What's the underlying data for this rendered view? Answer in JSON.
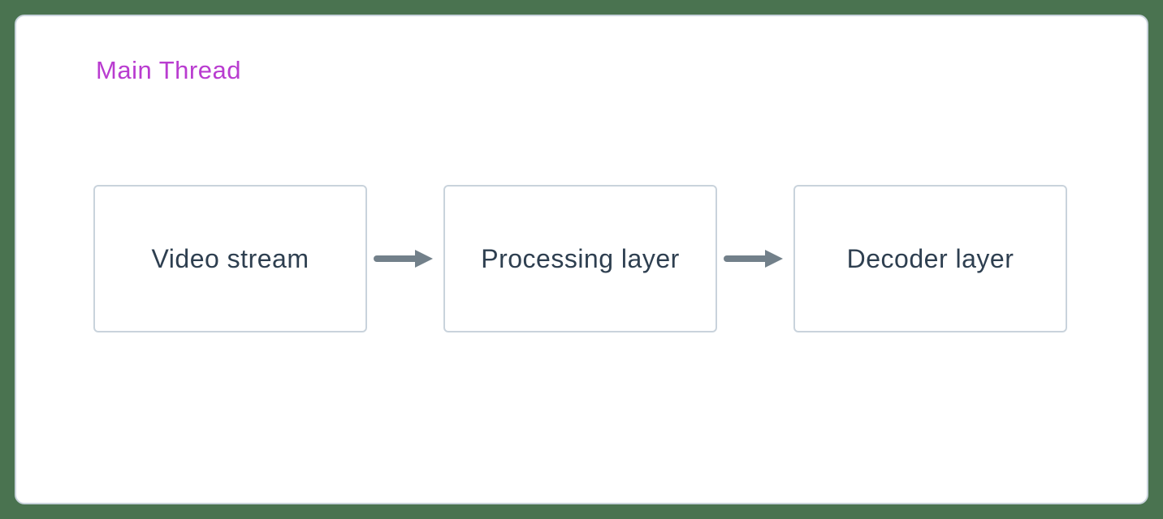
{
  "title": {
    "label": "Main Thread"
  },
  "diagram": {
    "nodes": [
      {
        "id": "video-stream",
        "label": "Video stream"
      },
      {
        "id": "processing-layer",
        "label": "Processing layer"
      },
      {
        "id": "decoder-layer",
        "label": "Decoder layer"
      }
    ],
    "connections": [
      {
        "from": "Video stream",
        "to": "Processing layer",
        "style": "arrow-right"
      },
      {
        "from": "Processing layer",
        "to": "Decoder layer",
        "style": "arrow-right"
      }
    ]
  },
  "icons": [
    {
      "name": "arrow-right-icon",
      "glyph": "→"
    }
  ],
  "colors": {
    "canvas-bg": "#4A7350",
    "panel-bg": "#FFFFFF",
    "panel-border": "#C9D3DC",
    "node-border": "#C9D3DC",
    "node-text": "#2E3F50",
    "title-text": "#B93CD0",
    "arrow": "#72808A"
  }
}
